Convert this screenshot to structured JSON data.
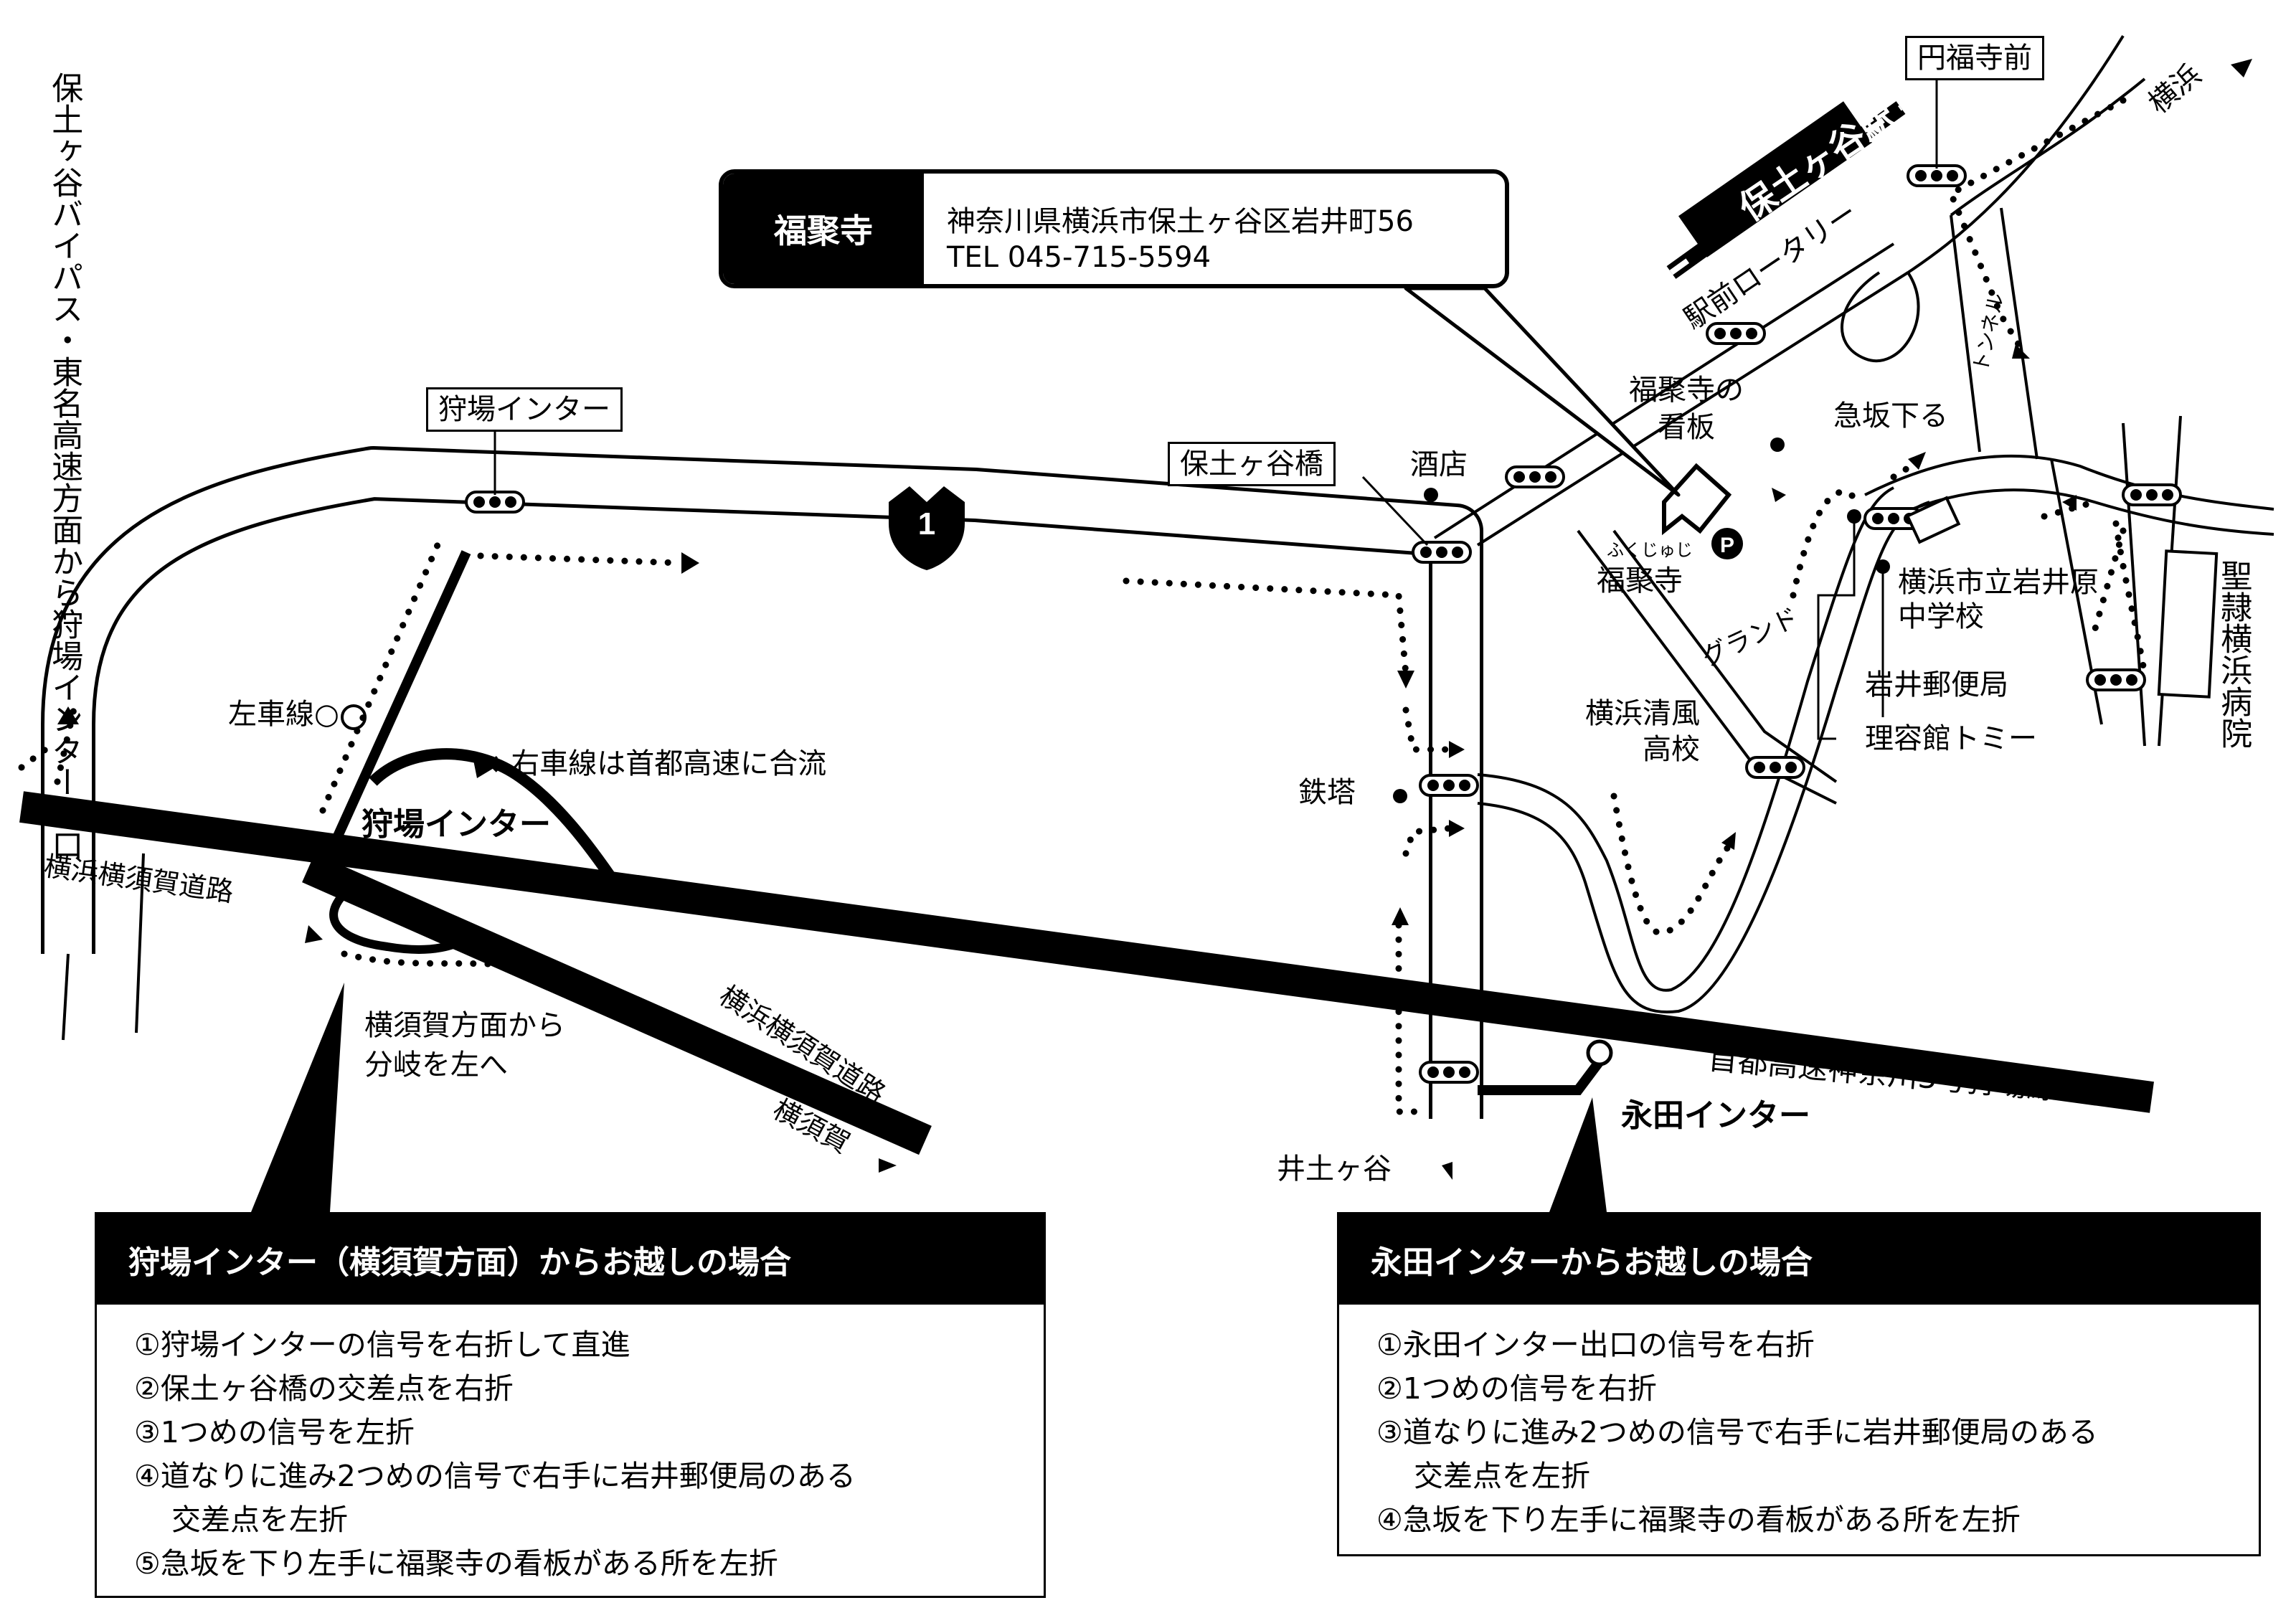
{
  "temple": {
    "name": "福聚寺",
    "address": "神奈川県横浜市保土ヶ谷区岩井町56",
    "tel": "TEL 045-715-5594",
    "map_label": "福聚寺",
    "furigana": "ふくじゅじ",
    "signboard": "福聚寺の看板",
    "parking": "P"
  },
  "route_shield": "1",
  "labels": {
    "bypass_vertical": "保土ヶ谷バイパス・東名高速方面から狩場インター出口",
    "yokohama_yokosuka_road_left": "横浜横須賀道路",
    "kariba_inter_box": "狩場インター",
    "kariba_inter_big": "狩場インター",
    "left_lane": "左車線○",
    "right_lane_note": "× 右車線は首都高速に合流",
    "from_yokosuka": "横須賀方面から",
    "branch_left": "分岐を左へ",
    "yokohama_yokosuka_road_diag": "横浜横須賀道路",
    "yokosuka": "横須賀",
    "hodogaya_bridge": "保土ヶ谷橋",
    "liquor_store": "酒店",
    "steel_tower": "鉄塔",
    "idogaya": "井土ヶ谷",
    "nagata_inter": "永田インター",
    "shuto_expressway": "首都高速神奈川3号狩場線",
    "hodogaya_station": "保土ヶ谷駅",
    "enpukuji_mae": "円福寺前",
    "yokohama_direction": "横浜",
    "ekimae_rotary": "駅前ロータリー",
    "tunnel": "トンネル",
    "steep_slope": "急坂下る",
    "iwaibara_school": "横浜市立岩井原中学校",
    "ground": "グランド",
    "seifu_high": "横浜清風高校",
    "post_office": "岩井郵便局",
    "barber": "理容館トミー",
    "hospital": "聖隷横浜病院"
  },
  "panels": {
    "kariba": {
      "title": "狩場インター（横須賀方面）からお越しの場合",
      "steps": [
        {
          "text": "①狩場インターの信号を右折して直進",
          "cont": ""
        },
        {
          "text": "②保土ヶ谷橋の交差点を右折",
          "cont": ""
        },
        {
          "text": "③1つめの信号を左折",
          "cont": ""
        },
        {
          "text": "④道なりに進み2つめの信号で右手に岩井郵便局のある",
          "cont": "交差点を左折"
        },
        {
          "text": "⑤急坂を下り左手に福聚寺の看板がある所を左折",
          "cont": ""
        }
      ]
    },
    "nagata": {
      "title": "永田インターからお越しの場合",
      "steps": [
        {
          "text": "①永田インター出口の信号を右折",
          "cont": ""
        },
        {
          "text": "②1つめの信号を右折",
          "cont": ""
        },
        {
          "text": "③道なりに進み2つめの信号で右手に岩井郵便局のある",
          "cont": "交差点を左折"
        },
        {
          "text": "④急坂を下り左手に福聚寺の看板がある所を左折",
          "cont": ""
        }
      ]
    }
  }
}
